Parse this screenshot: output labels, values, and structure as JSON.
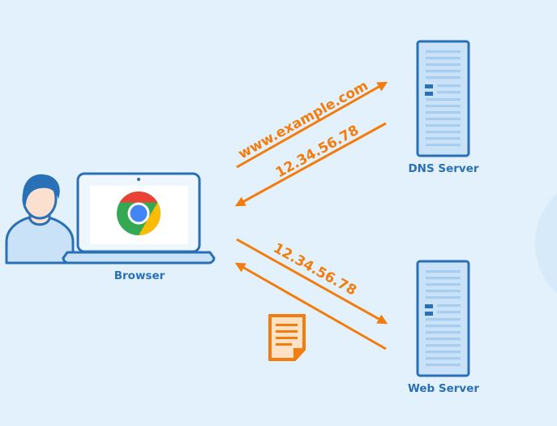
{
  "colors": {
    "background": "#e3f1fc",
    "arrow": "#f27d0e",
    "outline": "#2a70b6",
    "device_fill": "#c9e2f8",
    "server_slot": "#a9cdee",
    "skin": "#fbe0cf",
    "document": "#f27d0e"
  },
  "icons": {
    "user": "user-icon",
    "browser": "chrome-icon",
    "dns_server": "server-icon",
    "web_server": "server-icon",
    "response": "document-icon"
  },
  "nodes": {
    "browser": "Browser",
    "dns_server": "DNS Server",
    "web_server": "Web Server"
  },
  "arrows": {
    "dns_request": "www.example.com",
    "dns_response": "12.34.56.78",
    "web_request": "12.34.56.78"
  }
}
